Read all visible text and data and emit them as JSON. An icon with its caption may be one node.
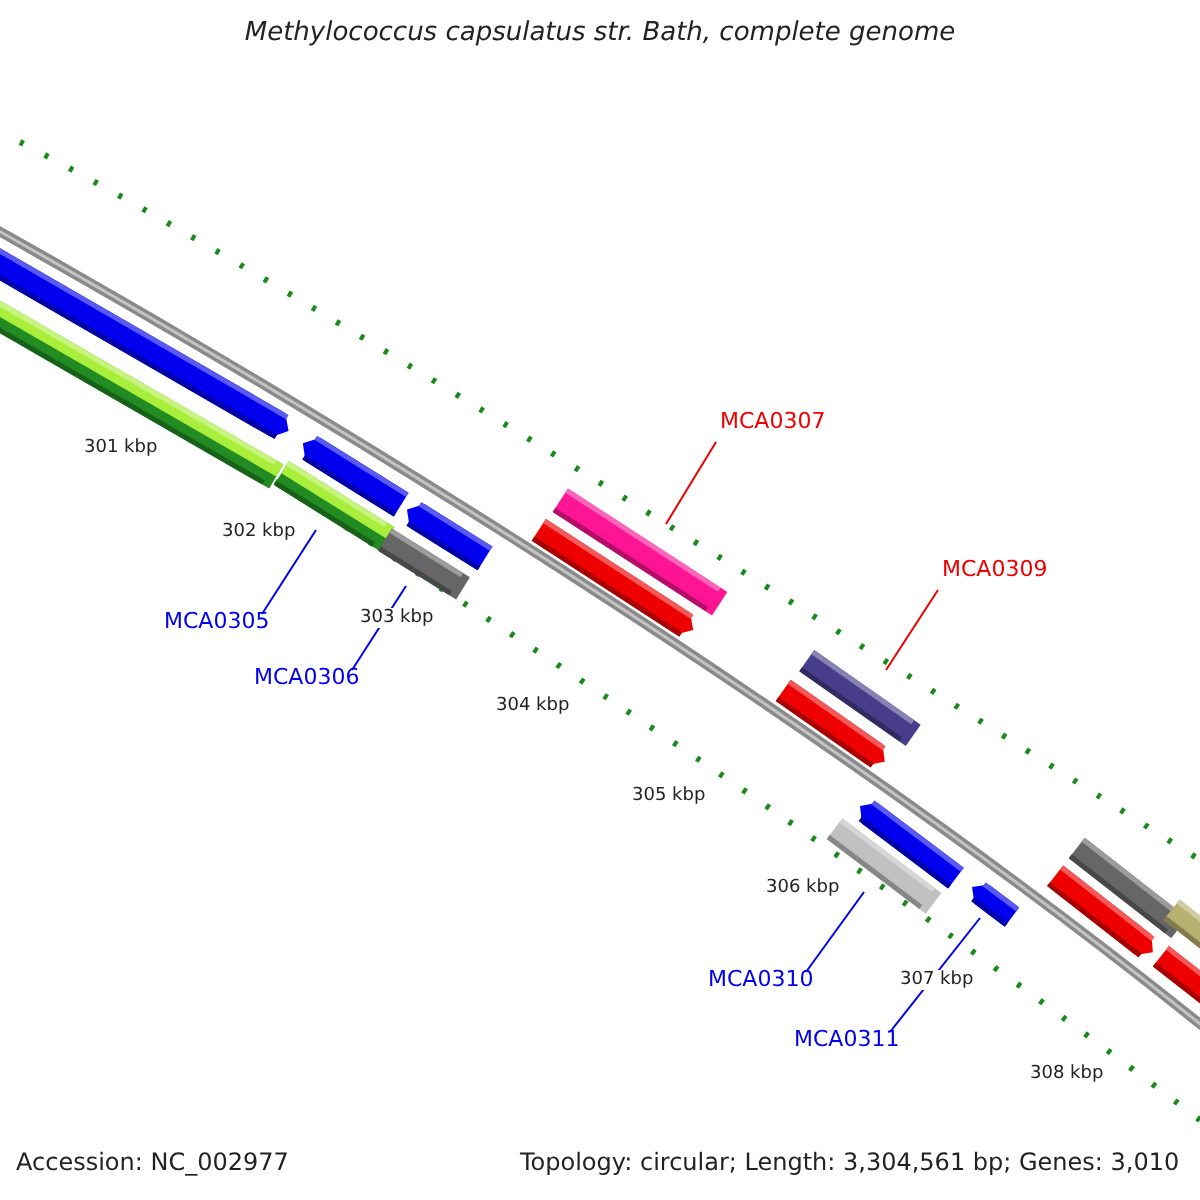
{
  "diagram": {
    "title": "Methylococcus capsulatus str. Bath, complete genome",
    "nodes": [
      {
        "text": [
          "MCA0307"
        ]
      },
      {
        "text": [],
        "shape": "bar"
      },
      {
        "text": [
          "MCA0309"
        ]
      },
      {
        "text": [],
        "shape": "bar"
      },
      {
        "text": [
          "MCA0305"
        ]
      },
      {
        "text": [],
        "shape": "bar"
      },
      {
        "text": [
          "MCA0306"
        ]
      },
      {
        "text": [],
        "shape": "bar"
      },
      {
        "text": [
          "MCA0310"
        ]
      },
      {
        "text": [],
        "shape": "bar"
      },
      {
        "text": [
          "MCA0311"
        ]
      },
      {
        "text": [],
        "shape": "arrow"
      }
    ],
    "edges": [
      {
        "from": 0,
        "to": 1,
        "arrow": "none",
        "color": "#ee0000"
      },
      {
        "from": 2,
        "to": 3,
        "arrow": "none",
        "color": "#ee0000"
      },
      {
        "from": 4,
        "to": 5,
        "arrow": "none"
      },
      {
        "from": 6,
        "to": 7,
        "arrow": "none"
      },
      {
        "from": 8,
        "to": 9,
        "arrow": "none"
      },
      {
        "from": 10,
        "to": 11,
        "arrow": "none"
      }
    ],
    "labels": [
      "301 kbp",
      "302 kbp",
      "303 kbp",
      "304 kbp",
      "305 kbp",
      "306 kbp",
      "307 kbp",
      "308 kbp",
      "Accession: NC_002977",
      "Topology: circular; Length: 3,304,561 bp; Genes: 3,010"
    ]
  }
}
